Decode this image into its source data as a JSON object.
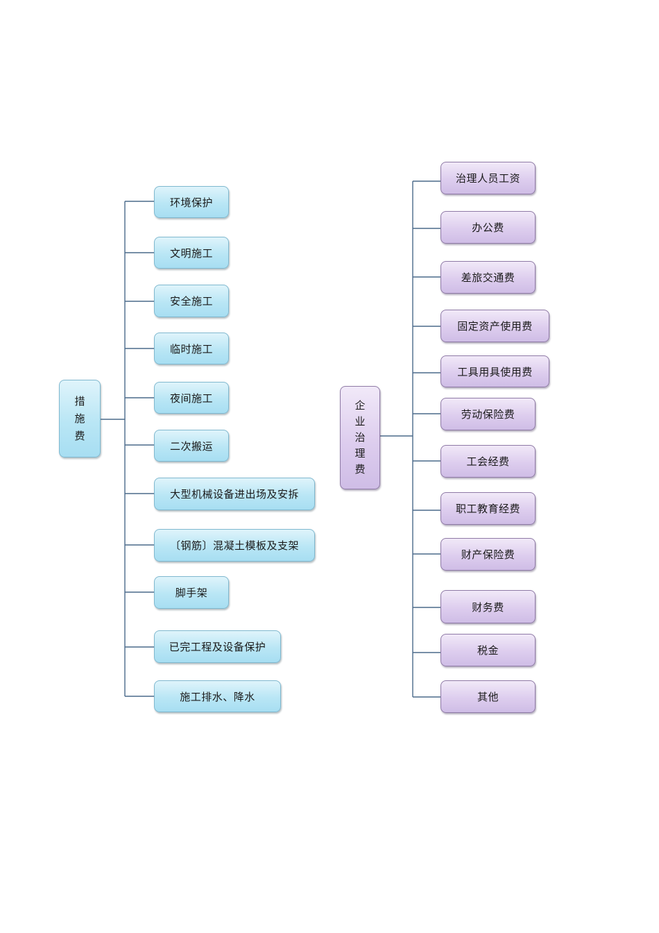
{
  "diagram": {
    "left_root": {
      "label": "措施费",
      "items": [
        "环境保护",
        "文明施工",
        "安全施工",
        "临时施工",
        "夜间施工",
        "二次搬运",
        "大型机械设备进出场及安拆",
        "〔钢筋〕混凝土模板及支架",
        "脚手架",
        "已完工程及设备保护",
        "施工排水、降水"
      ]
    },
    "right_root": {
      "label": "企业治理费",
      "items": [
        "治理人员工资",
        "办公费",
        "差旅交通费",
        "固定资产使用费",
        "工具用具使用费",
        "劳动保险费",
        "工会经费",
        "职工教育经费",
        "财产保险费",
        "财务费",
        "税金",
        "其他"
      ]
    },
    "colors": {
      "left_fill": "#b9e6f5",
      "left_border": "#7fb8cf",
      "right_fill": "#ddcdee",
      "right_border": "#8f7aa6",
      "connector": "#4a6a8a"
    }
  }
}
